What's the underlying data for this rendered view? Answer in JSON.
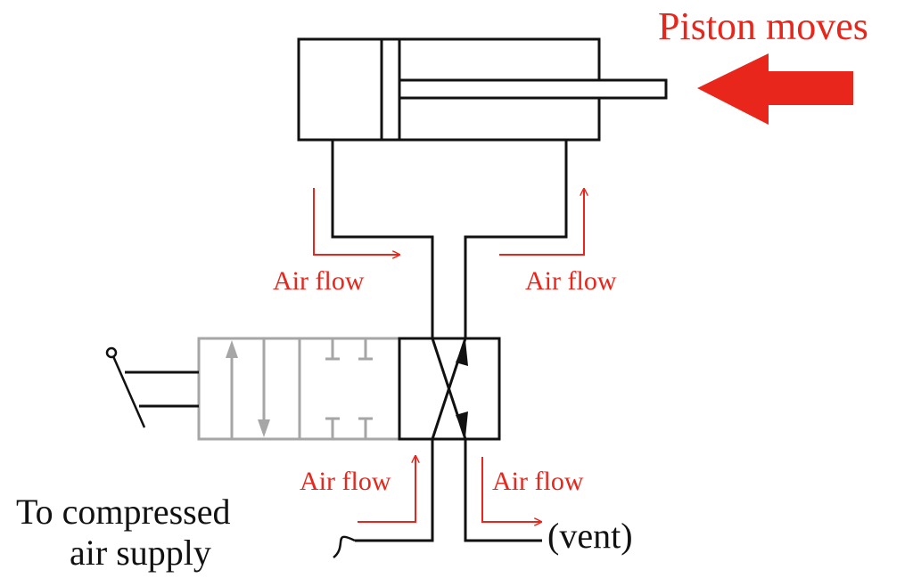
{
  "title": "Piston moves",
  "labels": {
    "air_flow_top_left": "Air flow",
    "air_flow_top_right": "Air flow",
    "air_flow_bottom_left": "Air flow",
    "air_flow_bottom_right": "Air flow",
    "supply_line1": "To compressed",
    "supply_line2": "air supply",
    "vent": "(vent)"
  },
  "colors": {
    "black": "#111111",
    "red": "#e8261c",
    "gray": "#a6a6a6"
  }
}
